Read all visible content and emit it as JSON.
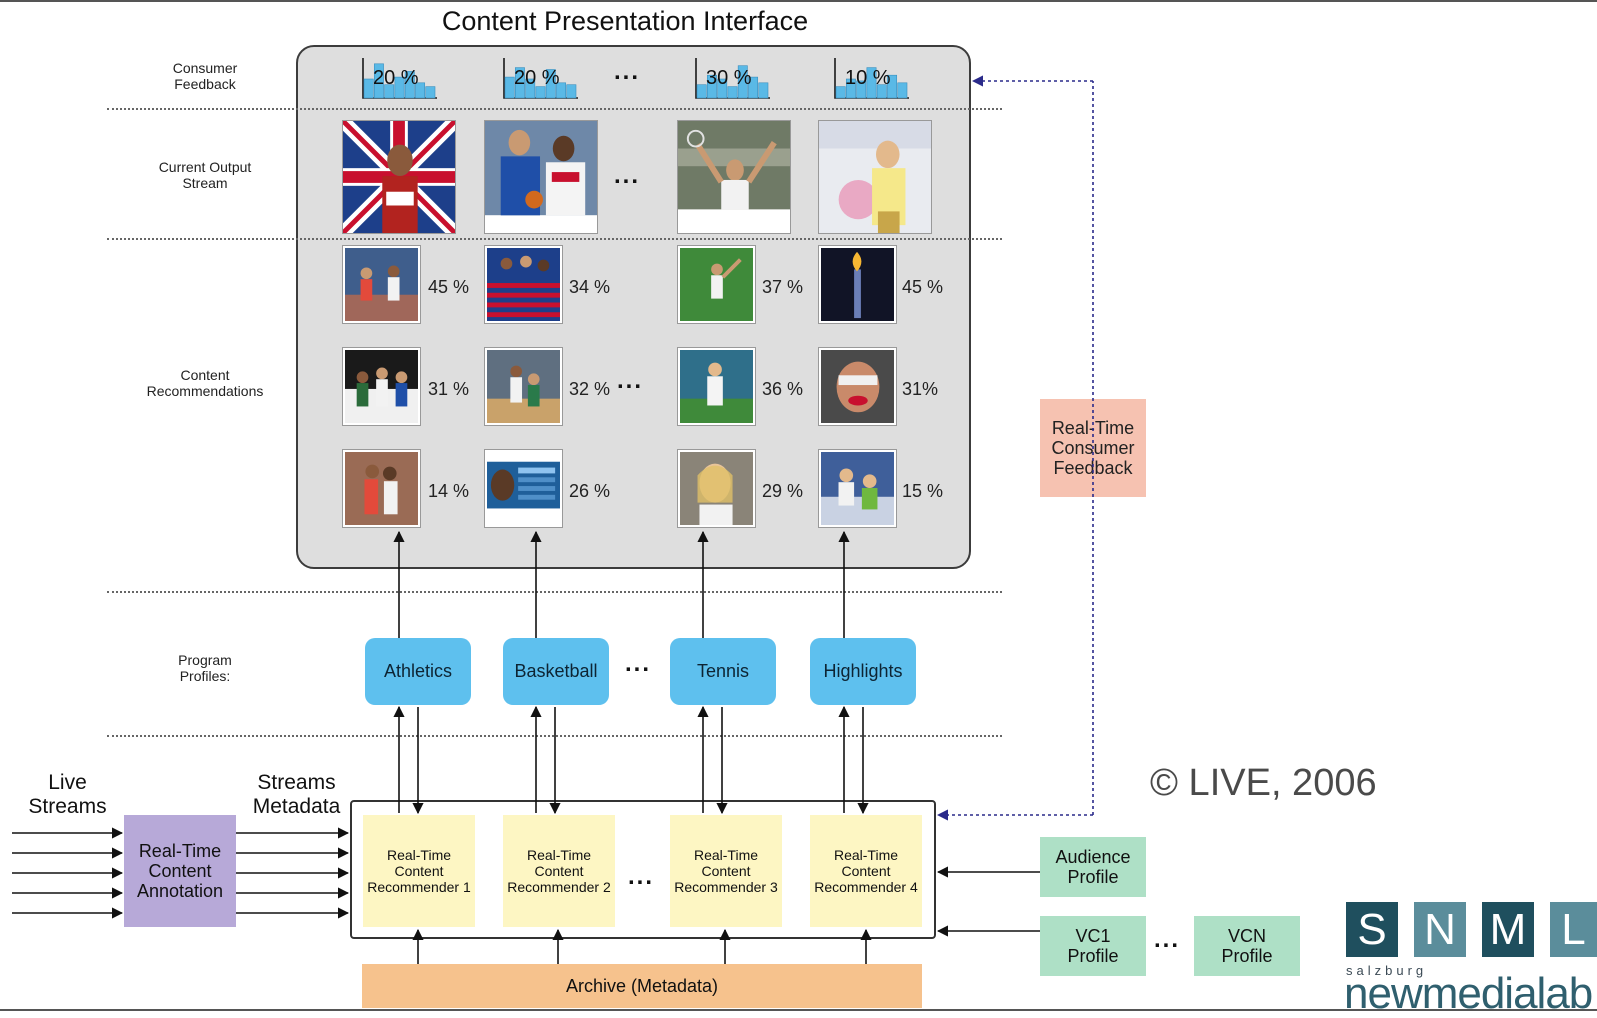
{
  "title": "Content Presentation Interface",
  "row_labels": {
    "consumer_feedback": "Consumer\nFeedback",
    "current_output": "Current Output\nStream",
    "content_recommendations": "Content\nRecommendations",
    "program_profiles": "Program\nProfiles:"
  },
  "ellipsis": "...",
  "feedback_bars": [
    {
      "label": "20 %",
      "bars": [
        0.5,
        0.9,
        0.35,
        0.55,
        0.7,
        0.4,
        0.3
      ]
    },
    {
      "label": "20 %",
      "bars": [
        0.55,
        0.8,
        0.5,
        0.3,
        0.75,
        0.4,
        0.35
      ]
    },
    {
      "label": "30 %",
      "bars": [
        0.35,
        0.6,
        0.5,
        0.3,
        0.85,
        0.55,
        0.4
      ]
    },
    {
      "label": "10 %",
      "bars": [
        0.3,
        0.5,
        0.45,
        0.8,
        0.35,
        0.6,
        0.4
      ]
    }
  ],
  "output_stream": [
    {
      "icon": "athlete-flag-photo-icon"
    },
    {
      "icon": "basketball-players-photo-icon"
    },
    {
      "icon": "tennis-player-photo-icon"
    },
    {
      "icon": "tennis-trophy-photo-icon"
    }
  ],
  "recommendations": [
    [
      {
        "pct": "45 %",
        "icon": "runners-photo-icon"
      },
      {
        "pct": "34 %",
        "icon": "basketball-team-flag-photo-icon"
      },
      {
        "pct": "37 %",
        "icon": "tennis-serve-photo-icon"
      },
      {
        "pct": "45 %",
        "icon": "olympic-torch-photo-icon"
      }
    ],
    [
      {
        "pct": "31 %",
        "icon": "medal-ceremony-photo-icon"
      },
      {
        "pct": "32 %",
        "icon": "basketball-game-photo-icon"
      },
      {
        "pct": "36 %",
        "icon": "tennis-forehand-photo-icon"
      },
      {
        "pct": "31%",
        "icon": "face-paint-fan-photo-icon"
      }
    ],
    [
      {
        "pct": "14 %",
        "icon": "athletes-hug-photo-icon"
      },
      {
        "pct": "26 %",
        "icon": "player-statistics-photo-icon"
      },
      {
        "pct": "29 %",
        "icon": "tennis-interview-photo-icon"
      },
      {
        "pct": "15 %",
        "icon": "gymnasts-photo-icon"
      }
    ]
  ],
  "program_profiles": [
    "Athletics",
    "Basketball",
    "Tennis",
    "Highlights"
  ],
  "recommenders": [
    "Real-Time\nContent\nRecommender 1",
    "Real-Time\nContent\nRecommender 2",
    "Real-Time\nContent\nRecommender 3",
    "Real-Time\nContent\nRecommender 4"
  ],
  "live_streams": "Live\nStreams",
  "streams_metadata": "Streams\nMetadata",
  "annotation": "Real-Time\nContent\nAnnotation",
  "archive": "Archive (Metadata)",
  "realtime_feedback": "Real-Time\nConsumer\nFeedback",
  "audience_profile": "Audience\nProfile",
  "vc1_profile": "VC1\nProfile",
  "vcn_profile": "VCN\nProfile",
  "copyright": "© LIVE, 2006",
  "logo": {
    "letters": [
      "S",
      "N",
      "M",
      "L"
    ],
    "subtitle": "salzburg",
    "word": "newmedialab"
  },
  "colors": {
    "bar_fill": "#5ab9e6",
    "profile_box": "#5ec0ee",
    "recommender_box": "#fdf6c3",
    "annotation_box": "#b7a9d8",
    "archive_bar": "#f6c28d",
    "feedback_box": "#f6c2b1",
    "profile_green": "#aee0c6",
    "feedback_arrow": "#2a2a8a",
    "logo_tile_dark": "#1f4f5e",
    "logo_tile_light": "#5b8d9b"
  }
}
